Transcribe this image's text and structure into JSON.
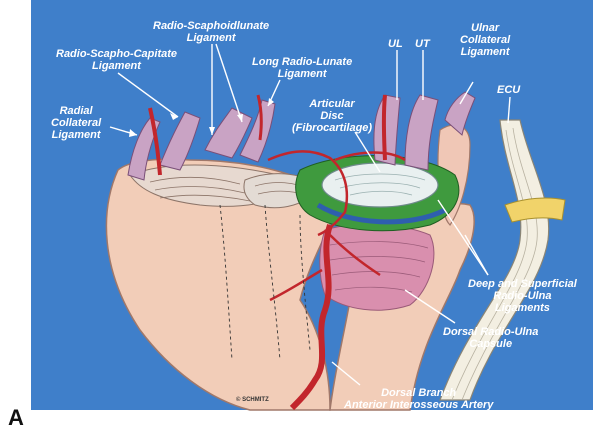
{
  "panel_letter": "A",
  "credit": "© SCHMITZ",
  "labels": {
    "radial_collateral": [
      "Radial",
      "Collateral",
      "Ligament"
    ],
    "radio_scapho_capitate": [
      "Radio-Scapho-Capitate",
      "Ligament"
    ],
    "radio_scaphoidlunate": [
      "Radio-Scaphoidlunate",
      "Ligament"
    ],
    "long_radio_lunate": [
      "Long Radio-Lunate",
      "Ligament"
    ],
    "articular_disc": [
      "Articular",
      "Disc",
      "(Fibrocartilage)"
    ],
    "ul": "UL",
    "ut": "UT",
    "ulnar_collateral": [
      "Ulnar",
      "Collateral",
      "Ligament"
    ],
    "ecu": "ECU",
    "deep_superficial": [
      "Deep and Superficial",
      "Radio-Ulna",
      "Ligaments"
    ],
    "dorsal_capsule": [
      "Dorsal Radio-Ulna",
      "Capsule"
    ],
    "dorsal_branch": [
      "Dorsal Branch",
      "Anterior Interosseous Artery"
    ]
  },
  "colors": {
    "background": "#3f7fca",
    "bone": "#f2cdb8",
    "ligament": "#c9a3c4",
    "artery": "#c2262c",
    "disc": "#e9f0f0",
    "green_ligament": "#3f9a3e",
    "tendon": "#f3efe2",
    "tendon_sheath": "#f1d36a"
  }
}
